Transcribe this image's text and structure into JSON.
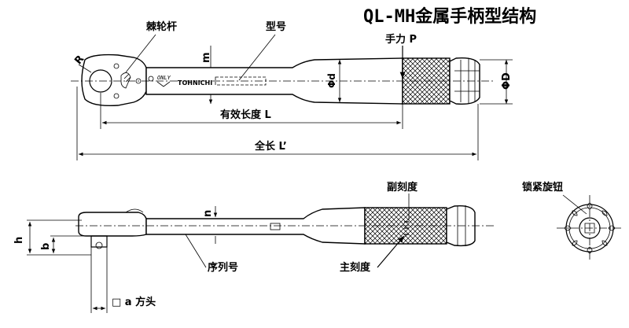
{
  "title": "QL-MH金属手柄型结构",
  "labels": {
    "ratchet": "棘轮杆",
    "model_no": "型号",
    "hand_force": "手力 P",
    "radius": "R",
    "m": "m",
    "phi_d": "Φd",
    "phi_D": "ΦD",
    "effective_length": "有效长度 L",
    "total_length": "全长 L’",
    "sub_scale": "副刻度",
    "lock_knob": "锁紧旋钮",
    "h": "h",
    "b": "b",
    "n": "n",
    "serial_no": "序列号",
    "main_scale": "主刻度",
    "square_drive": "□ a  方头"
  },
  "brand": {
    "mark": "ONLY",
    "name": "TOHNICHI"
  }
}
